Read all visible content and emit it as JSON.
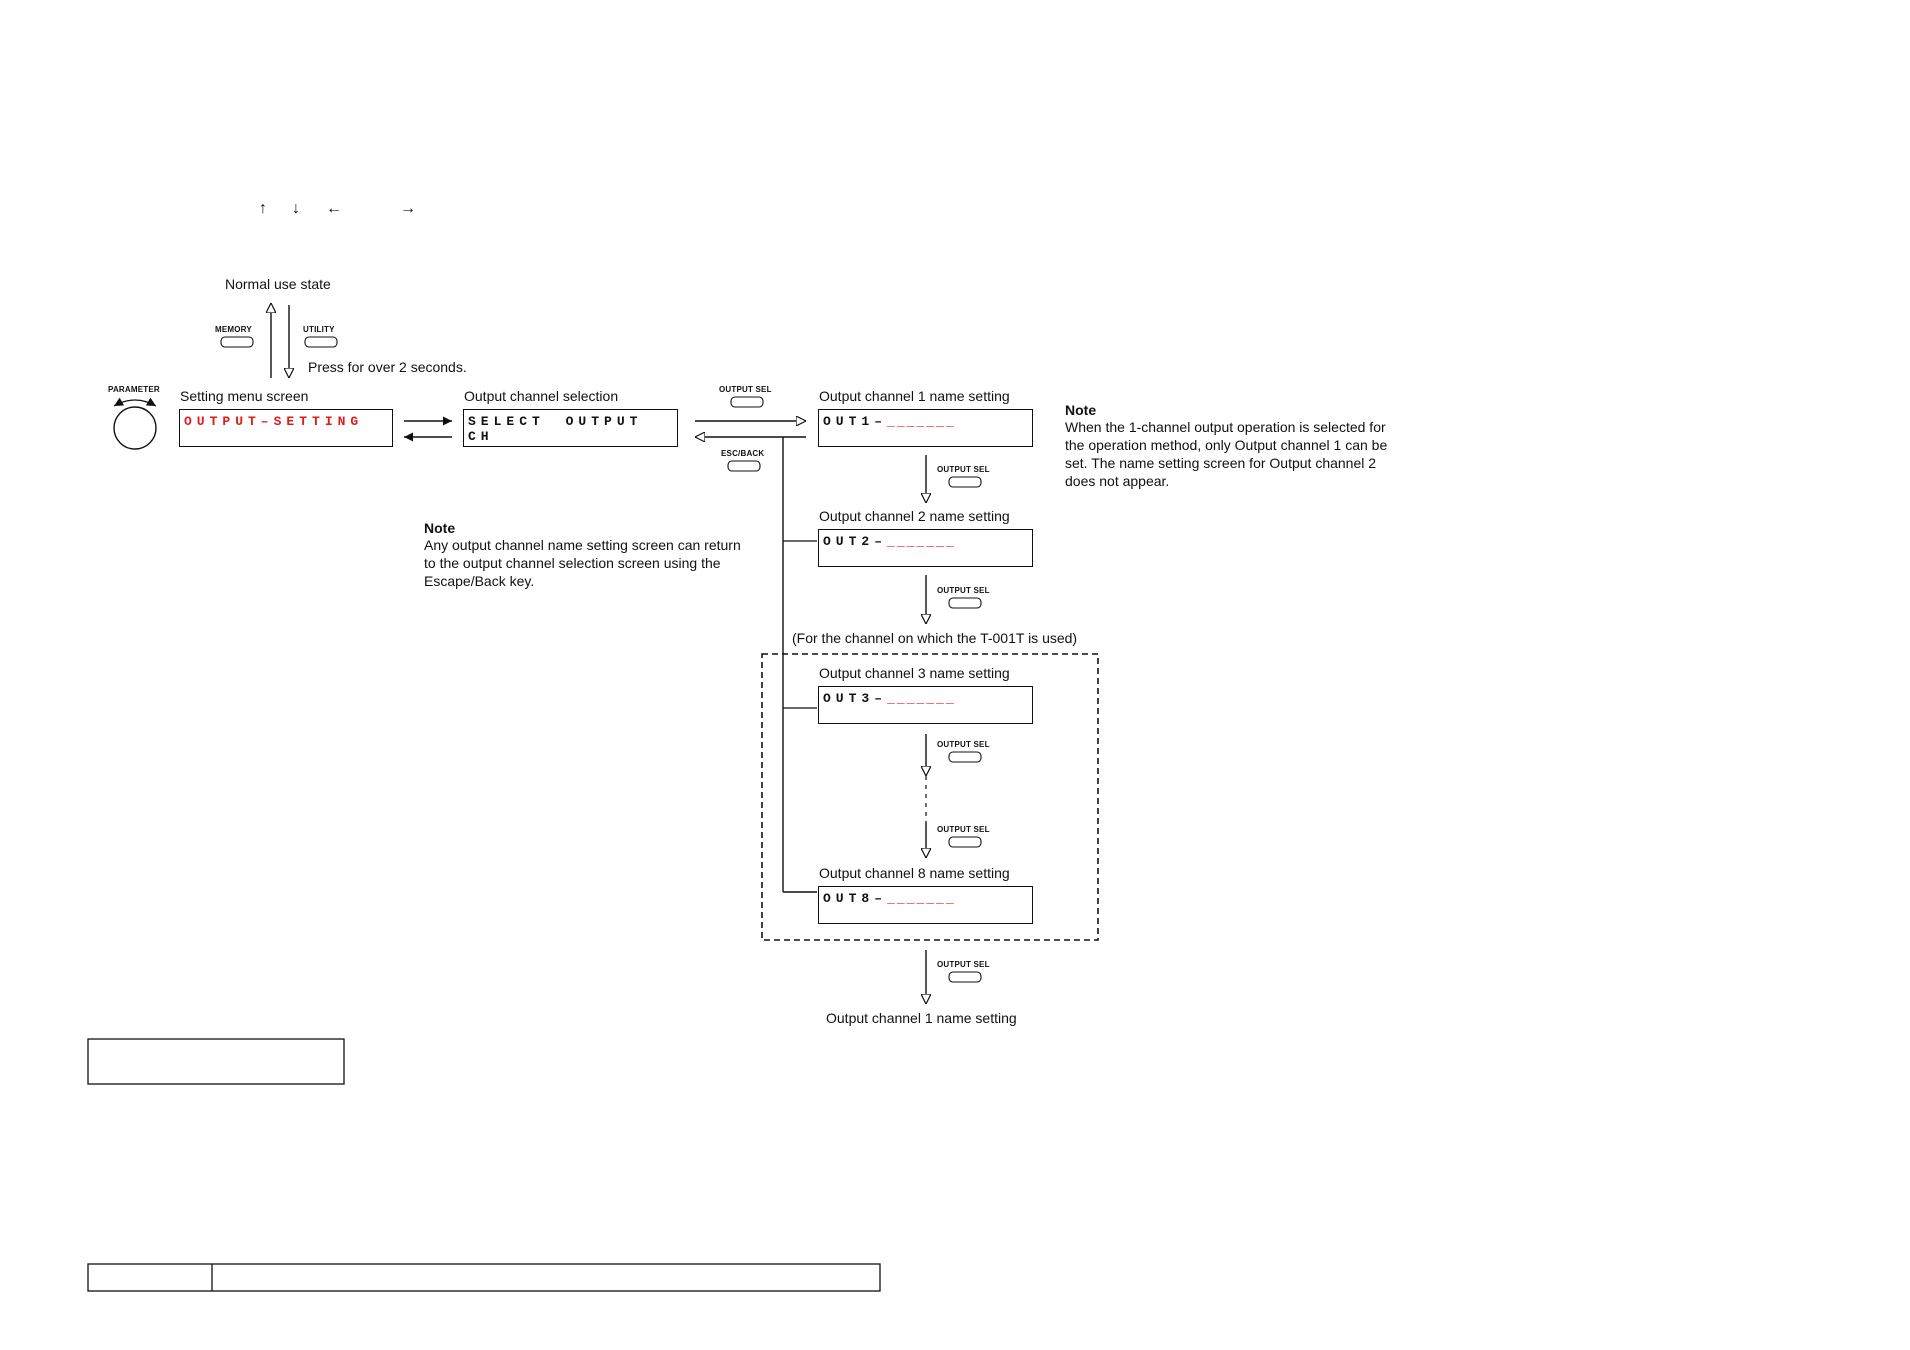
{
  "header_arrows": [
    "↑",
    "↓",
    "←",
    "→"
  ],
  "diagram": {
    "normal_use_state": "Normal use state",
    "press_hint": "Press for over 2 seconds.",
    "keys": {
      "memory": "MEMORY",
      "utility": "UTILITY",
      "parameter": "PARAMETER",
      "output_sel": "OUTPUT SEL",
      "esc_back": "ESC/BACK"
    },
    "setting_menu": {
      "label": "Setting menu screen",
      "lcd": "OUTPUT–SETTING"
    },
    "output_select": {
      "label": "Output channel selection",
      "lcd": "SELECT OUTPUT CH"
    },
    "channels": [
      {
        "label": "Output channel 1 name setting",
        "prefix": "OUT1–",
        "dashes": "_______"
      },
      {
        "label": "Output channel 2 name setting",
        "prefix": "OUT2–",
        "dashes": "_______"
      },
      {
        "label": "Output channel 3 name setting",
        "prefix": "OUT3–",
        "dashes": "_______"
      },
      {
        "label": "Output channel 8 name setting",
        "prefix": "OUT8–",
        "dashes": "_______"
      }
    ],
    "t001t_note": "(For the channel on which the T-001T is used)",
    "final_label": "Output channel 1 name setting",
    "note_left": {
      "title": "Note",
      "body": "Any output channel name setting screen can return to the output channel selection screen using the Escape/Back key."
    },
    "note_right": {
      "title": "Note",
      "body": "When the 1-channel output operation is selected for the operation method, only Output channel 1 can be set. The name setting screen for Output channel 2 does not appear."
    }
  }
}
